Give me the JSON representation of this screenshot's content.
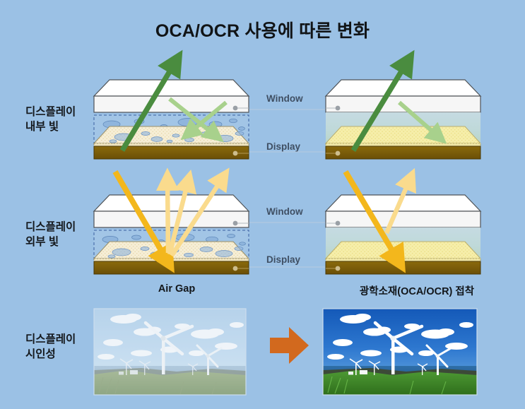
{
  "title": "OCA/OCR 사용에 따른 변화",
  "background_color": "#9bc1e5",
  "row_labels": [
    {
      "line1": "디스플레이",
      "line2": "내부 빛"
    },
    {
      "line1": "디스플레이",
      "line2": "외부 빛"
    },
    {
      "line1": "디스플레이",
      "line2": "시인성"
    }
  ],
  "middle_labels": {
    "window_top": "Window",
    "display_top": "Display",
    "window_mid": "Window",
    "display_mid": "Display"
  },
  "captions": {
    "left": "Air Gap",
    "right": "광학소재(OCA/OCR) 접착"
  },
  "colors": {
    "background": "#9bc1e5",
    "title_text": "#111416",
    "label_text": "#14181c",
    "mid_label_text": "#3f4f63",
    "window_top": "#ffffff",
    "window_front": "#f4f4f4",
    "window_edge": "#4a4a4a",
    "airgap_dash": "#3a5fa0",
    "bubble_fill": "#8fb4dd",
    "display_top_left": "#f4ecd2",
    "display_top_right": "#f3e9a8",
    "display_base": "#7a5c09",
    "oca_tint_top": "#cfe0e4",
    "oca_tint_bottom": "#bcd4c7",
    "arrow_green_dark": "#4a8c3f",
    "arrow_green_light": "#a8d18c",
    "arrow_yellow_dark": "#f5b91d",
    "arrow_yellow_light": "#fadb8d",
    "transition_arrow": "#d2691e"
  },
  "diagram": {
    "inner_light_left": {
      "adhesive": "air-gap-with-bubbles",
      "rays_out": 1,
      "rays_scattered": 2
    },
    "inner_light_right": {
      "adhesive": "optical-clear-adhesive",
      "rays_out": 1,
      "rays_scattered": 1
    },
    "outer_light_left": {
      "adhesive": "air-gap-with-bubbles",
      "rays_in": 1,
      "rays_reflected": 3
    },
    "outer_light_right": {
      "adhesive": "optical-clear-adhesive",
      "rays_in": 1,
      "rays_reflected": 1
    }
  },
  "photos": {
    "left": {
      "subject": "wind-turbines-coastal-landscape",
      "appearance": "washed-out-low-contrast"
    },
    "right": {
      "subject": "wind-turbines-coastal-landscape",
      "appearance": "vivid-high-contrast"
    }
  },
  "transition_arrow_icon": "arrow-right-icon"
}
